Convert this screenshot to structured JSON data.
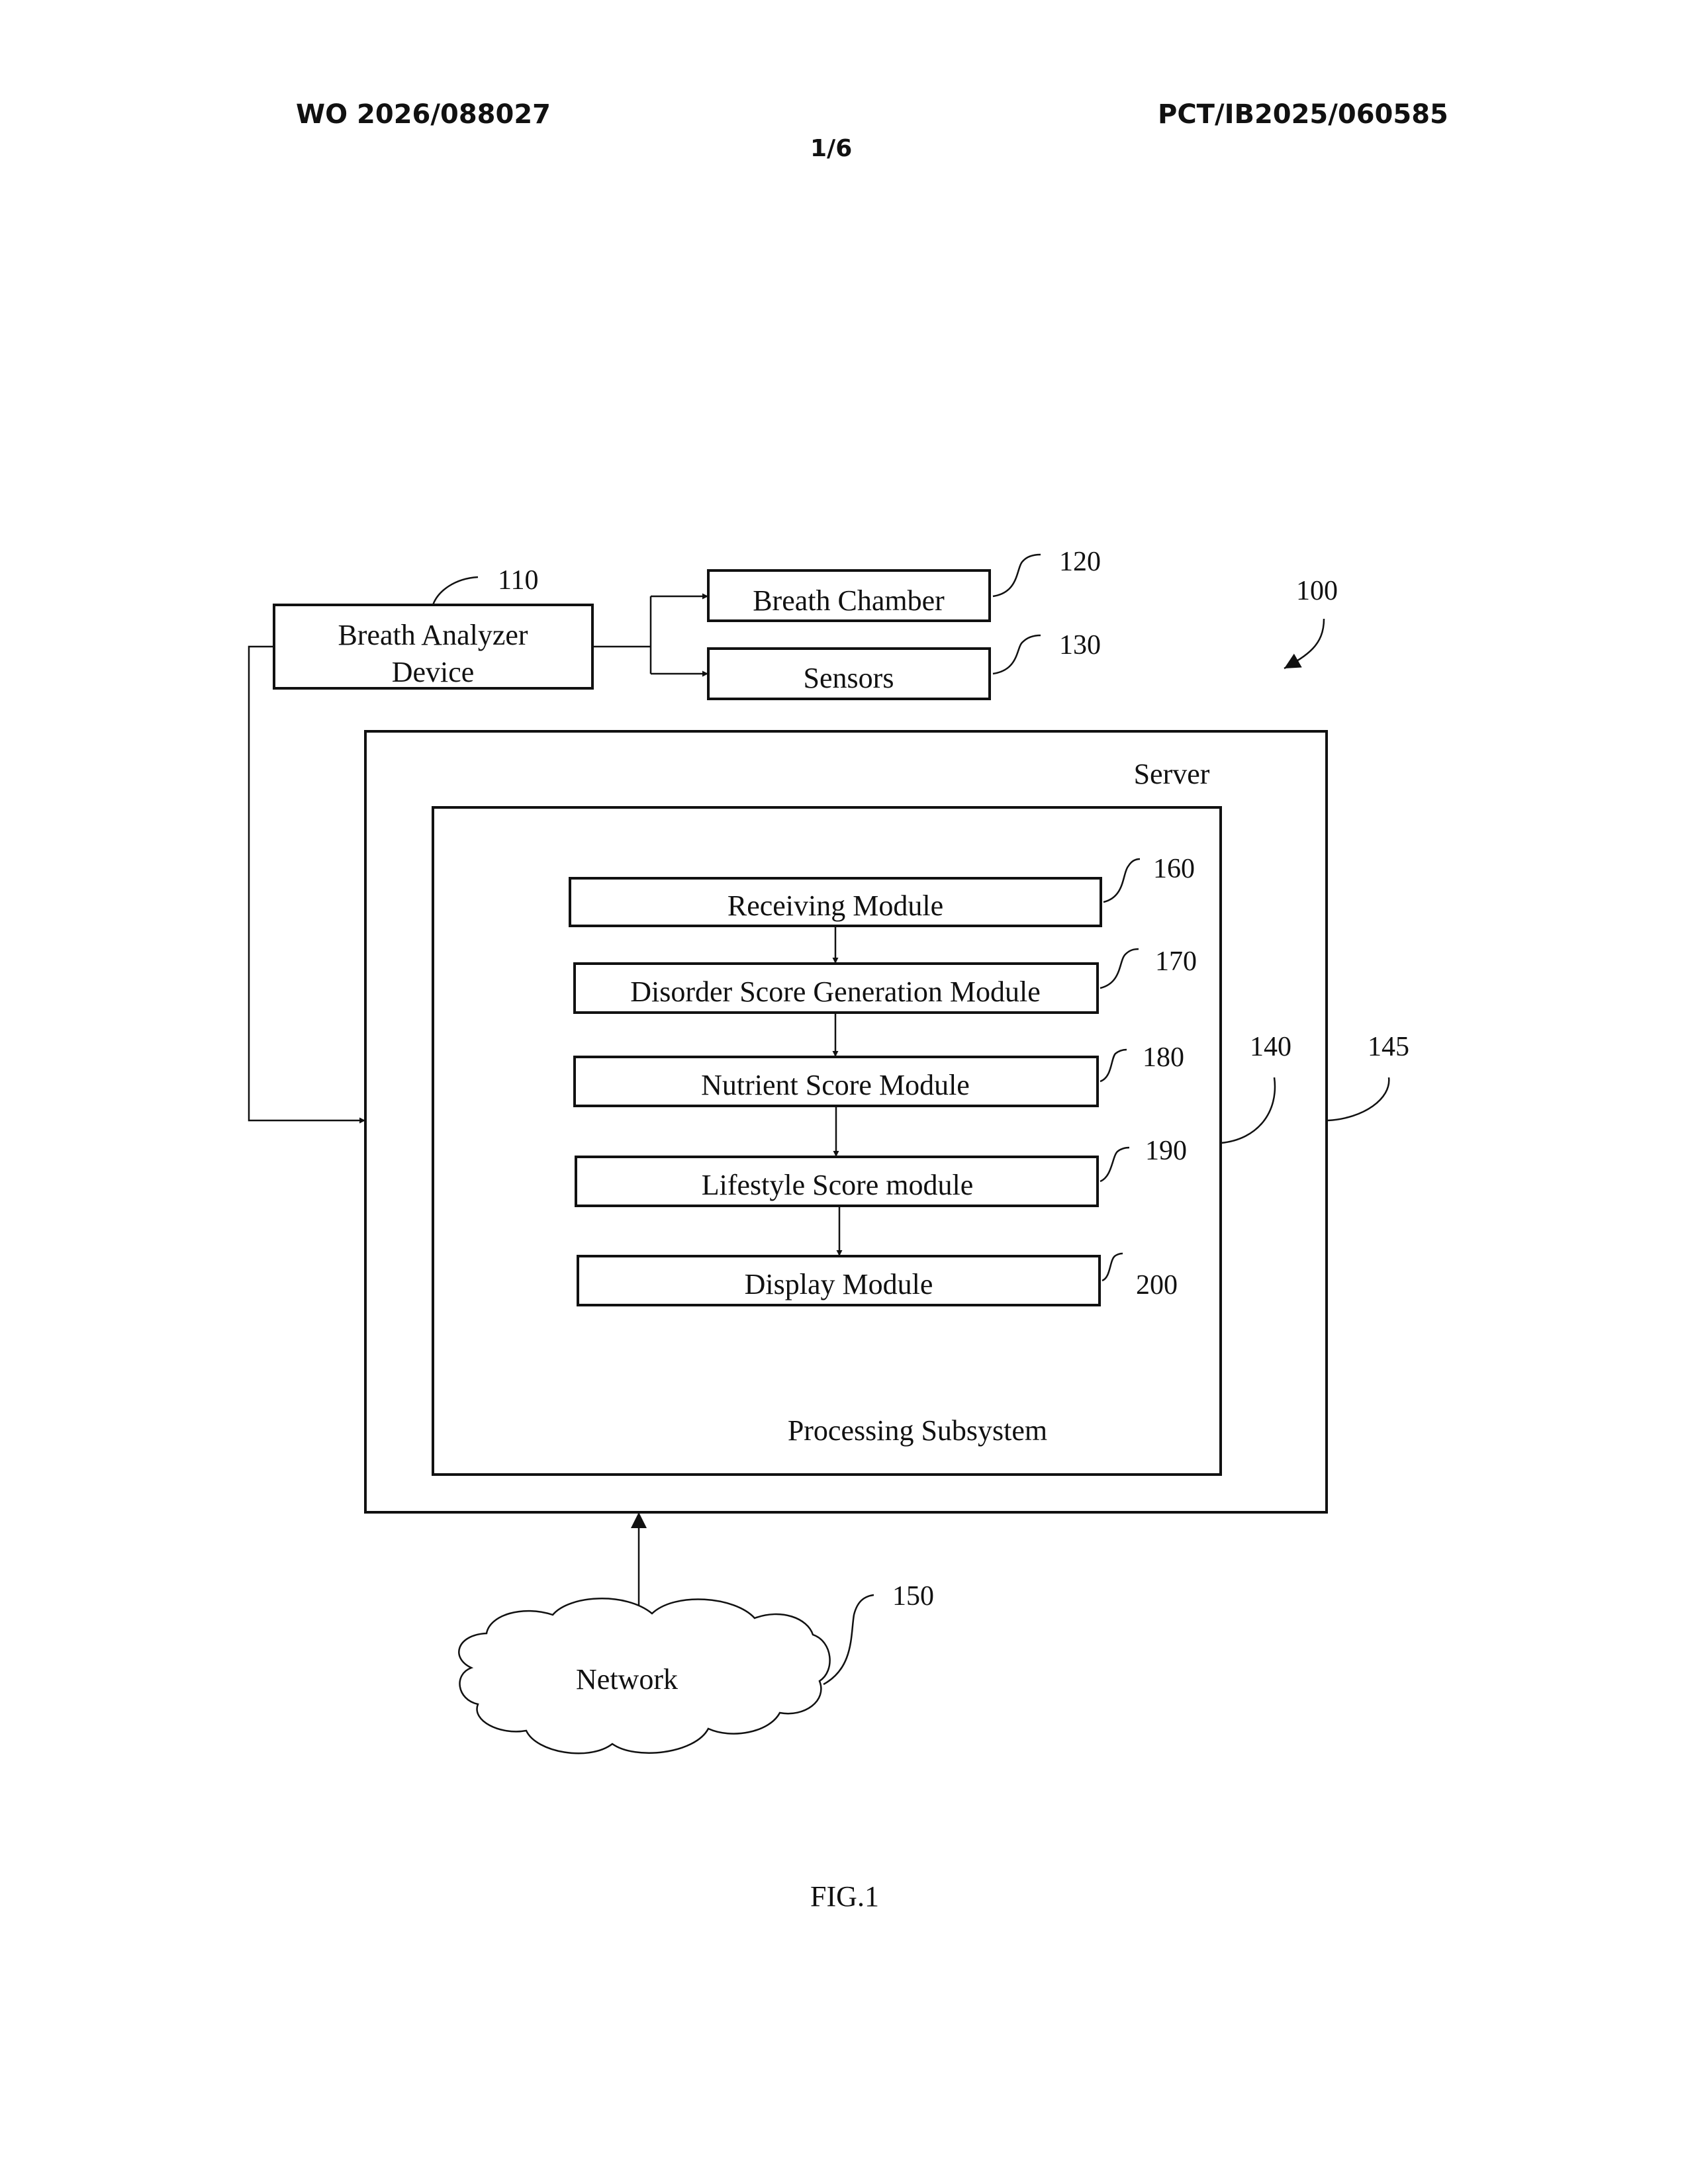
{
  "header": {
    "publication_number": "WO 2026/088027",
    "application_number": "PCT/IB2025/060585",
    "sheet": "1/6"
  },
  "diagram": {
    "system_ref": "100",
    "breath_analyzer": {
      "label_line1": "Breath Analyzer",
      "label_line2": "Device",
      "ref": "110"
    },
    "breath_chamber": {
      "label": "Breath Chamber",
      "ref": "120"
    },
    "sensors": {
      "label": "Sensors",
      "ref": "130"
    },
    "server": {
      "label": "Server",
      "ref": "145"
    },
    "processing_subsystem": {
      "label": "Processing Subsystem",
      "ref": "140"
    },
    "modules": [
      {
        "label": "Receiving Module",
        "ref": "160"
      },
      {
        "label": "Disorder Score Generation Module",
        "ref": "170"
      },
      {
        "label": "Nutrient Score Module",
        "ref": "180"
      },
      {
        "label": "Lifestyle Score module",
        "ref": "190"
      },
      {
        "label": "Display Module",
        "ref": "200"
      }
    ],
    "network": {
      "label": "Network",
      "ref": "150"
    }
  },
  "caption": "FIG.1"
}
